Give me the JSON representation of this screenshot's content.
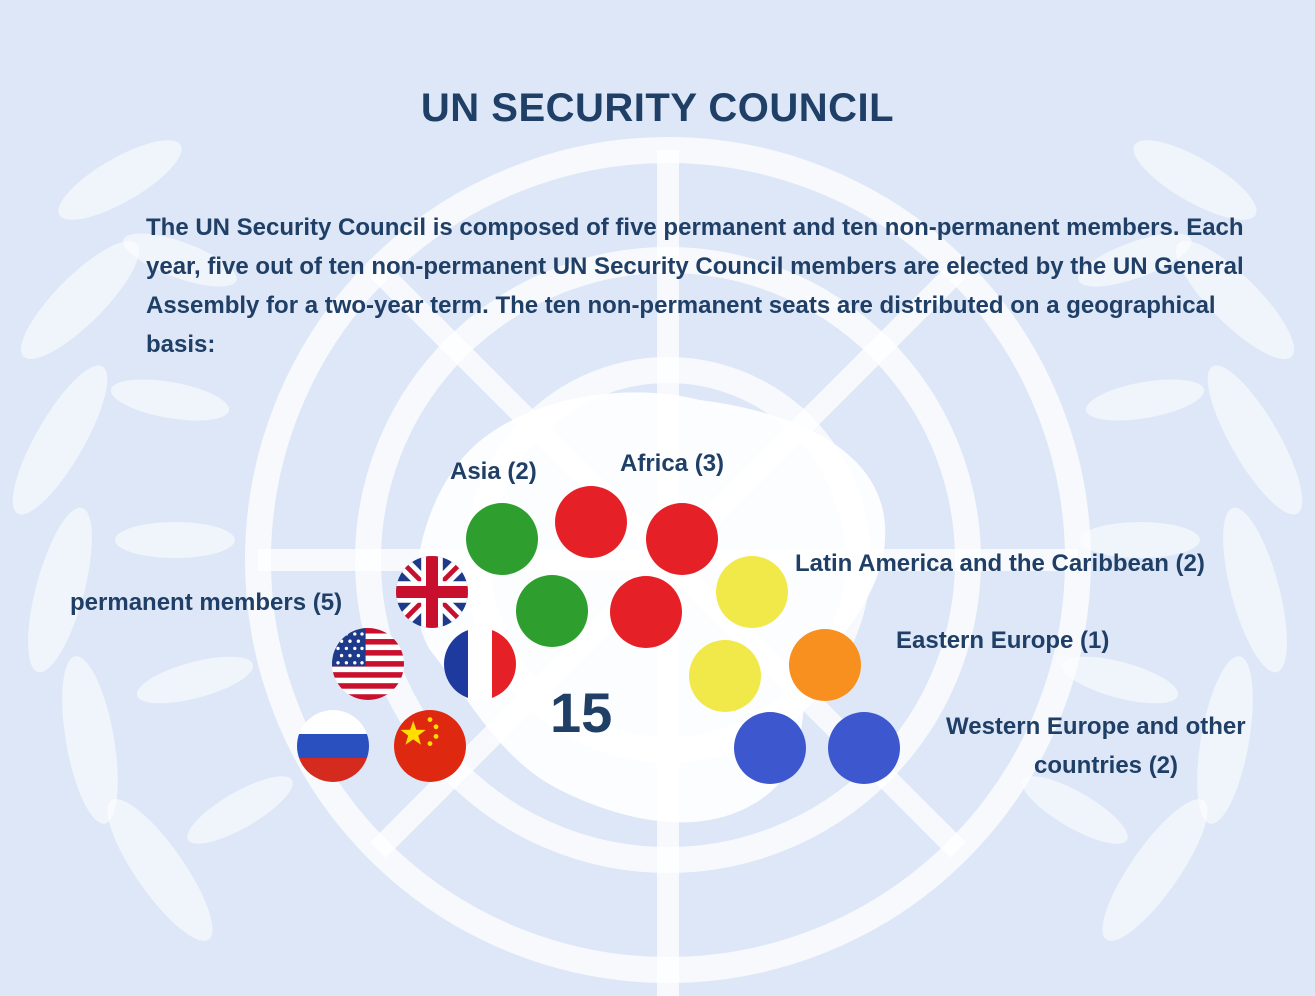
{
  "title": "UN SECURITY COUNCIL",
  "description": "The UN Security Council is composed of five permanent and ten non-permanent members. Each year, five out of ten non-permanent UN Security Council members are elected by the UN General Assembly for a two-year term. The ten non-permanent seats are distributed on a geographical basis:",
  "total_label": "15",
  "groups": {
    "permanent": {
      "label": "permanent members (5)",
      "count": 5
    },
    "asia": {
      "label": "Asia (2)",
      "count": 2,
      "color": "#2e9e2e"
    },
    "africa": {
      "label": "Africa (3)",
      "count": 3,
      "color": "#e52127"
    },
    "latin_america": {
      "label": "Latin America and the Caribbean (2)",
      "count": 2,
      "color": "#f1e94a"
    },
    "eastern_europe": {
      "label": "Eastern Europe (1)",
      "count": 1,
      "color": "#f7901e"
    },
    "western_europe": {
      "label_line1": "Western Europe and other",
      "label_line2": "countries (2)",
      "count": 2,
      "color": "#3d58cf"
    }
  },
  "flags": [
    "united-kingdom",
    "united-states",
    "france",
    "russia",
    "china"
  ],
  "colors": {
    "background": "#dde7f7",
    "text": "#1f3f66"
  }
}
